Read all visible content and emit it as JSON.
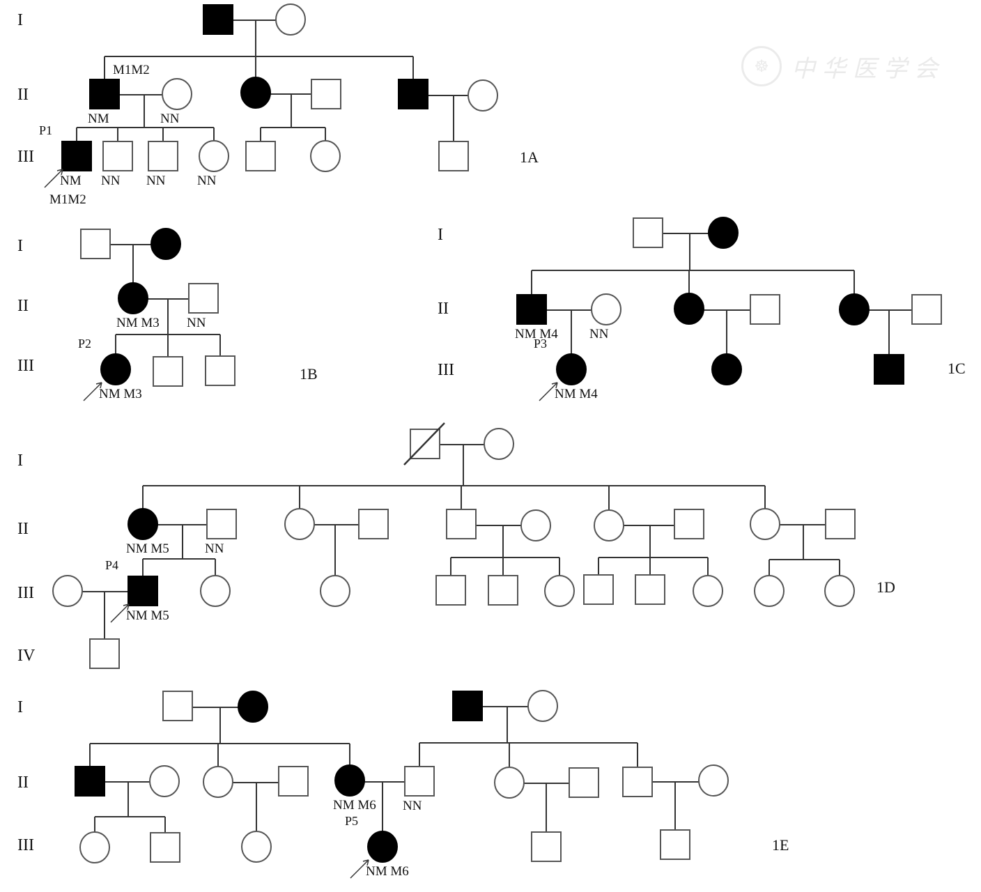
{
  "figure": {
    "watermark": {
      "text": "中华医学会",
      "seal_icon": "association-seal-icon",
      "seal_glyph": "☸"
    },
    "legend_semantics": {
      "square": "male",
      "circle": "female",
      "filled": "affected",
      "open": "unaffected",
      "slash": "deceased",
      "arrow": "proband"
    },
    "panels": [
      {
        "id": "1A",
        "label": "1A",
        "generations": [
          "I",
          "II",
          "III"
        ],
        "members": [
          {
            "id": "A-I-1",
            "gen": "I",
            "sex": "male",
            "affected": true
          },
          {
            "id": "A-I-2",
            "gen": "I",
            "sex": "female",
            "affected": false
          },
          {
            "id": "A-II-1",
            "gen": "II",
            "sex": "male",
            "affected": true,
            "genotype_above": "M1M2",
            "genotype": "NM"
          },
          {
            "id": "A-II-2",
            "gen": "II",
            "sex": "female",
            "affected": false,
            "genotype": "NN"
          },
          {
            "id": "A-II-3",
            "gen": "II",
            "sex": "female",
            "affected": true
          },
          {
            "id": "A-II-4",
            "gen": "II",
            "sex": "male",
            "affected": false
          },
          {
            "id": "A-II-5",
            "gen": "II",
            "sex": "male",
            "affected": true
          },
          {
            "id": "A-II-6",
            "gen": "II",
            "sex": "female",
            "affected": false
          },
          {
            "id": "A-III-1",
            "gen": "III",
            "sex": "male",
            "affected": true,
            "proband": true,
            "proband_label": "P1",
            "genotype": "NM",
            "genotype_line2": "M1M2"
          },
          {
            "id": "A-III-2",
            "gen": "III",
            "sex": "male",
            "affected": false,
            "genotype": "NN"
          },
          {
            "id": "A-III-3",
            "gen": "III",
            "sex": "male",
            "affected": false,
            "genotype": "NN"
          },
          {
            "id": "A-III-4",
            "gen": "III",
            "sex": "female",
            "affected": false,
            "genotype": "NN"
          },
          {
            "id": "A-III-5",
            "gen": "III",
            "sex": "male",
            "affected": false
          },
          {
            "id": "A-III-6",
            "gen": "III",
            "sex": "female",
            "affected": false
          },
          {
            "id": "A-III-7",
            "gen": "III",
            "sex": "male",
            "affected": false
          }
        ]
      },
      {
        "id": "1B",
        "label": "1B",
        "generations": [
          "I",
          "II",
          "III"
        ],
        "members": [
          {
            "id": "B-I-1",
            "gen": "I",
            "sex": "male",
            "affected": false
          },
          {
            "id": "B-I-2",
            "gen": "I",
            "sex": "female",
            "affected": true
          },
          {
            "id": "B-II-1",
            "gen": "II",
            "sex": "female",
            "affected": true,
            "genotype": "NM M3"
          },
          {
            "id": "B-II-2",
            "gen": "II",
            "sex": "male",
            "affected": false,
            "genotype": "NN"
          },
          {
            "id": "B-III-1",
            "gen": "III",
            "sex": "female",
            "affected": true,
            "proband": true,
            "proband_label": "P2",
            "genotype": "NM M3"
          },
          {
            "id": "B-III-2",
            "gen": "III",
            "sex": "male",
            "affected": false
          },
          {
            "id": "B-III-3",
            "gen": "III",
            "sex": "male",
            "affected": false
          }
        ]
      },
      {
        "id": "1C",
        "label": "1C",
        "generations": [
          "I",
          "II",
          "III"
        ],
        "members": [
          {
            "id": "C-I-1",
            "gen": "I",
            "sex": "male",
            "affected": false
          },
          {
            "id": "C-I-2",
            "gen": "I",
            "sex": "female",
            "affected": true
          },
          {
            "id": "C-II-1",
            "gen": "II",
            "sex": "male",
            "affected": true,
            "genotype": "NM M4"
          },
          {
            "id": "C-II-2",
            "gen": "II",
            "sex": "female",
            "affected": false,
            "genotype": "NN"
          },
          {
            "id": "C-II-3",
            "gen": "II",
            "sex": "female",
            "affected": true
          },
          {
            "id": "C-II-4",
            "gen": "II",
            "sex": "male",
            "affected": false
          },
          {
            "id": "C-II-5",
            "gen": "II",
            "sex": "female",
            "affected": true
          },
          {
            "id": "C-II-6",
            "gen": "II",
            "sex": "male",
            "affected": false
          },
          {
            "id": "C-III-1",
            "gen": "III",
            "sex": "female",
            "affected": true,
            "proband": true,
            "proband_label": "P3",
            "genotype": "NM M4"
          },
          {
            "id": "C-III-2",
            "gen": "III",
            "sex": "female",
            "affected": true
          },
          {
            "id": "C-III-3",
            "gen": "III",
            "sex": "male",
            "affected": true
          }
        ]
      },
      {
        "id": "1D",
        "label": "1D",
        "generations": [
          "I",
          "II",
          "III",
          "IV"
        ],
        "members": [
          {
            "id": "D-I-1",
            "gen": "I",
            "sex": "male",
            "affected": false,
            "deceased": true
          },
          {
            "id": "D-I-2",
            "gen": "I",
            "sex": "female",
            "affected": false
          },
          {
            "id": "D-II-1",
            "gen": "II",
            "sex": "female",
            "affected": true,
            "genotype": "NM M5"
          },
          {
            "id": "D-II-2",
            "gen": "II",
            "sex": "male",
            "affected": false,
            "genotype": "NN"
          },
          {
            "id": "D-II-3",
            "gen": "II",
            "sex": "female",
            "affected": false
          },
          {
            "id": "D-II-4",
            "gen": "II",
            "sex": "male",
            "affected": false
          },
          {
            "id": "D-II-5",
            "gen": "II",
            "sex": "male",
            "affected": false
          },
          {
            "id": "D-II-6",
            "gen": "II",
            "sex": "female",
            "affected": false
          },
          {
            "id": "D-II-7",
            "gen": "II",
            "sex": "female",
            "affected": false
          },
          {
            "id": "D-II-8",
            "gen": "II",
            "sex": "male",
            "affected": false
          },
          {
            "id": "D-II-9",
            "gen": "II",
            "sex": "female",
            "affected": false
          },
          {
            "id": "D-II-10",
            "gen": "II",
            "sex": "male",
            "affected": false
          },
          {
            "id": "D-III-1",
            "gen": "III",
            "sex": "female",
            "affected": false
          },
          {
            "id": "D-III-2",
            "gen": "III",
            "sex": "male",
            "affected": true,
            "proband": true,
            "proband_label": "P4",
            "genotype": "NM M5"
          },
          {
            "id": "D-III-3",
            "gen": "III",
            "sex": "female",
            "affected": false
          },
          {
            "id": "D-III-4",
            "gen": "III",
            "sex": "female",
            "affected": false
          },
          {
            "id": "D-III-5",
            "gen": "III",
            "sex": "male",
            "affected": false
          },
          {
            "id": "D-III-6",
            "gen": "III",
            "sex": "male",
            "affected": false
          },
          {
            "id": "D-III-7",
            "gen": "III",
            "sex": "female",
            "affected": false
          },
          {
            "id": "D-III-8",
            "gen": "III",
            "sex": "male",
            "affected": false
          },
          {
            "id": "D-III-9",
            "gen": "III",
            "sex": "male",
            "affected": false
          },
          {
            "id": "D-III-10",
            "gen": "III",
            "sex": "female",
            "affected": false
          },
          {
            "id": "D-III-11",
            "gen": "III",
            "sex": "female",
            "affected": false
          },
          {
            "id": "D-III-12",
            "gen": "III",
            "sex": "female",
            "affected": false
          },
          {
            "id": "D-IV-1",
            "gen": "IV",
            "sex": "male",
            "affected": false
          }
        ]
      },
      {
        "id": "1E",
        "label": "1E",
        "generations": [
          "I",
          "II",
          "III"
        ],
        "members": [
          {
            "id": "E-I-1",
            "gen": "I",
            "sex": "male",
            "affected": false
          },
          {
            "id": "E-I-2",
            "gen": "I",
            "sex": "female",
            "affected": true
          },
          {
            "id": "E-I-3",
            "gen": "I",
            "sex": "male",
            "affected": true
          },
          {
            "id": "E-I-4",
            "gen": "I",
            "sex": "female",
            "affected": false
          },
          {
            "id": "E-II-1",
            "gen": "II",
            "sex": "male",
            "affected": true
          },
          {
            "id": "E-II-2",
            "gen": "II",
            "sex": "female",
            "affected": false
          },
          {
            "id": "E-II-3",
            "gen": "II",
            "sex": "female",
            "affected": false
          },
          {
            "id": "E-II-4",
            "gen": "II",
            "sex": "male",
            "affected": false
          },
          {
            "id": "E-II-5",
            "gen": "II",
            "sex": "female",
            "affected": true,
            "genotype": "NM M6"
          },
          {
            "id": "E-II-6",
            "gen": "II",
            "sex": "male",
            "affected": false,
            "genotype": "NN"
          },
          {
            "id": "E-II-7",
            "gen": "II",
            "sex": "female",
            "affected": false
          },
          {
            "id": "E-II-8",
            "gen": "II",
            "sex": "male",
            "affected": false
          },
          {
            "id": "E-II-9",
            "gen": "II",
            "sex": "male",
            "affected": false
          },
          {
            "id": "E-II-10",
            "gen": "II",
            "sex": "female",
            "affected": false
          },
          {
            "id": "E-III-1",
            "gen": "III",
            "sex": "female",
            "affected": false
          },
          {
            "id": "E-III-2",
            "gen": "III",
            "sex": "male",
            "affected": false
          },
          {
            "id": "E-III-3",
            "gen": "III",
            "sex": "female",
            "affected": false
          },
          {
            "id": "E-III-4",
            "gen": "III",
            "sex": "female",
            "affected": true,
            "proband": true,
            "proband_label": "P5",
            "genotype": "NM M6"
          },
          {
            "id": "E-III-5",
            "gen": "III",
            "sex": "male",
            "affected": false
          },
          {
            "id": "E-III-6",
            "gen": "III",
            "sex": "male",
            "affected": false
          }
        ]
      }
    ]
  }
}
